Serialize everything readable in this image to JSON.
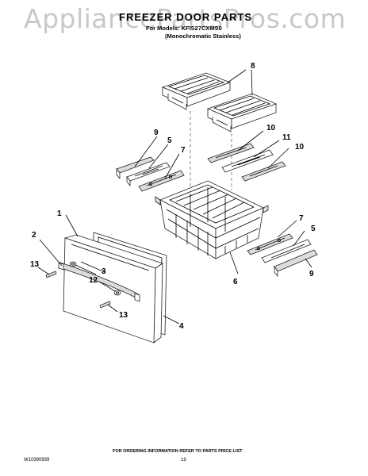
{
  "watermark": "AppliancePartsPros.com",
  "header": {
    "title": "FREEZER DOOR PARTS",
    "models_line": "For Models: KFIS27CXMS0",
    "variant_line": "(Monochromatic Stainless)"
  },
  "callouts": {
    "c1": "1",
    "c2": "2",
    "c3": "3",
    "c4": "4",
    "c5a": "5",
    "c5b": "5",
    "c6": "6",
    "c7a": "7",
    "c7b": "7",
    "c8": "8",
    "c9a": "9",
    "c9b": "9",
    "c10a": "10",
    "c10b": "10",
    "c11": "11",
    "c12": "12",
    "c13a": "13",
    "c13b": "13"
  },
  "footer": {
    "note": "FOR ORDERING INFORMATION REFER TO PARTS PRICE LIST",
    "doc_number": "W10390939",
    "page_number": "19"
  }
}
